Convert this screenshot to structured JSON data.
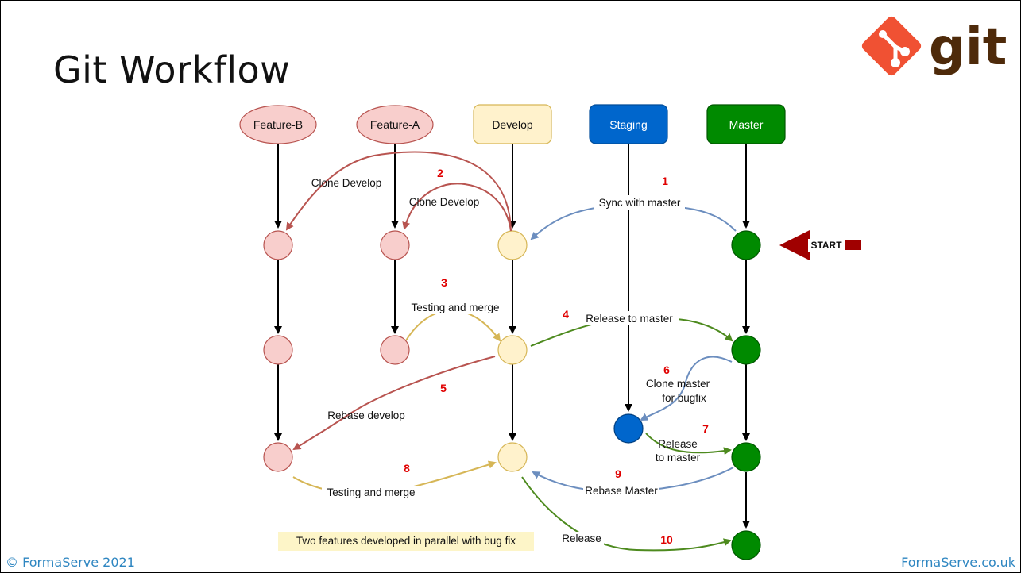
{
  "title": "Git Workflow",
  "logo_text": "git",
  "branches": {
    "feature_b": "Feature-B",
    "feature_a": "Feature-A",
    "develop": "Develop",
    "staging": "Staging",
    "master": "Master"
  },
  "steps": [
    {
      "number": "1",
      "label": "Sync with master"
    },
    {
      "number": "2",
      "label": "Clone Develop"
    },
    {
      "number": "3",
      "label": "Testing and merge"
    },
    {
      "number": "4",
      "label": "Release to master"
    },
    {
      "number": "5",
      "label": "Rebase develop"
    },
    {
      "number": "6",
      "label_line1": "Clone master",
      "label_line2": "for bugfix"
    },
    {
      "number": "7",
      "label_line1": "Release",
      "label_line2": "to master"
    },
    {
      "number": "8",
      "label": "Testing and merge"
    },
    {
      "number": "9",
      "label": "Rebase Master"
    },
    {
      "number": "10",
      "label": "Release"
    }
  ],
  "extra_label": "Clone Develop",
  "start_label": "START",
  "note": "Two features developed in parallel with bug fix",
  "footer": {
    "left": "© FormaServe 2021",
    "right": "FormaServe.co.uk"
  },
  "colors": {
    "feature_fill": "#f8cecc",
    "feature_stroke": "#b85450",
    "develop_fill": "#fff2cc",
    "develop_stroke": "#d6b656",
    "staging": "#0066cc",
    "master": "#008a00",
    "arrow_red": "#b85450",
    "arrow_blue": "#6c8ebf",
    "arrow_green": "#4d8a1e",
    "arrow_yellow": "#d6b656",
    "git_logo": "#f05133",
    "git_text": "#4e2a0a",
    "start_arrow": "#a00000",
    "footer": "#2e86c1"
  }
}
